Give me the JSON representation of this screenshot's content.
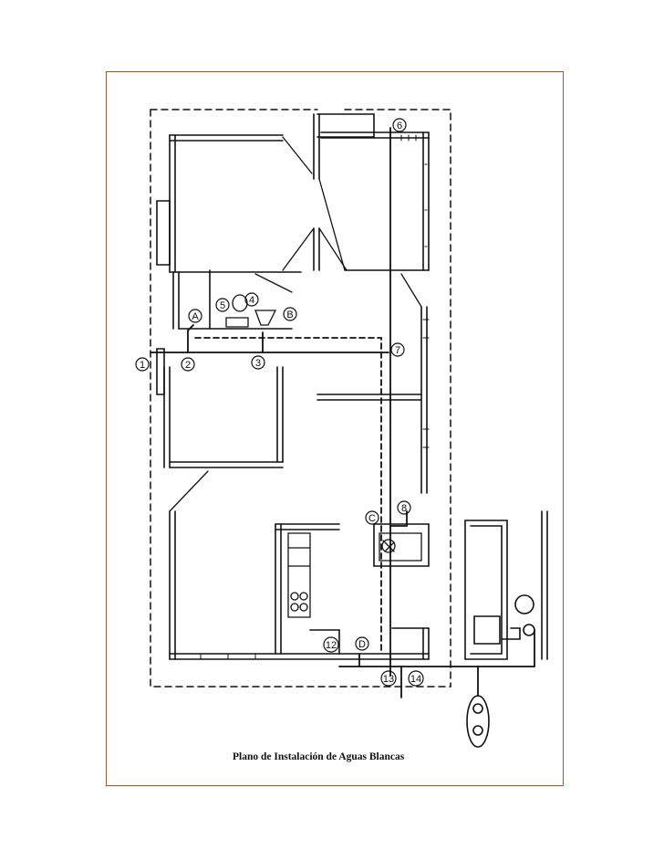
{
  "caption": "Plano de Instalación de Aguas Blancas",
  "markers": {
    "m1": "1",
    "m2": "2",
    "m3": "3",
    "m4": "4",
    "m5": "5",
    "m6": "6",
    "m7": "7",
    "m8": "8",
    "m12": "12",
    "m13": "13",
    "m14": "14",
    "mA": "A",
    "mB": "B",
    "mC": "C",
    "mD": "D"
  }
}
